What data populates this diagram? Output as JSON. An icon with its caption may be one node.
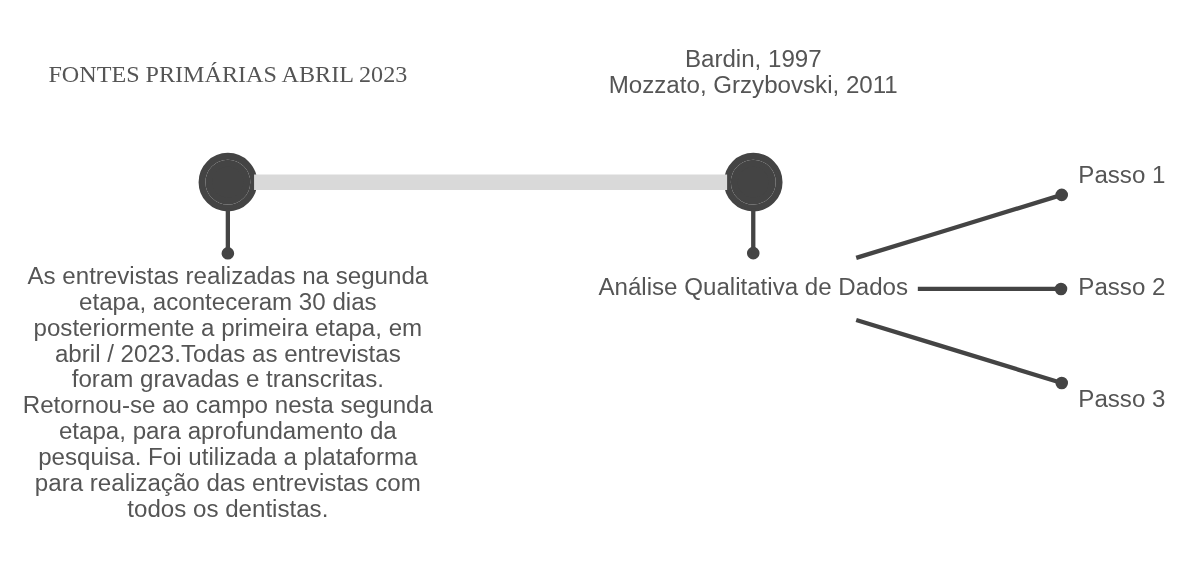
{
  "diagram": {
    "nodes": [
      {
        "text": [],
        "shape": "circle",
        "beside": [
          "FONTES PRIMÁRIAS ABRIL 2023"
        ]
      },
      {
        "text": [
          "As entrevistas realizadas na segunda etapa, aconteceram 30 dias posteriormente a primeira etapa, em abril / 2023.Todas as entrevistas foram gravadas e transcritas. Retornou-se ao campo nesta segunda etapa, para aprofundamento da pesquisa. Foi utilizada a plataforma para realização das entrevistas com todos os dentistas."
        ]
      },
      {
        "text": [],
        "shape": "circle",
        "beside": [
          "Bardin, 1997",
          "Mozzato, Grzybovski, 2011"
        ]
      },
      {
        "text": [
          "Análise Qualitativa de Dados"
        ]
      },
      {
        "text": [
          "Passo 1"
        ]
      },
      {
        "text": [
          "Passo 2"
        ]
      },
      {
        "text": [
          "Passo 3"
        ]
      }
    ],
    "edges": [
      {
        "from": 0,
        "to": 2,
        "arrow": "none",
        "style": "thick",
        "color": "#d9d9d9"
      },
      {
        "from": 0,
        "to": 1,
        "arrow": "other"
      },
      {
        "from": 2,
        "to": 3,
        "arrow": "other"
      },
      {
        "from": 3,
        "to": 4,
        "arrow": "other"
      },
      {
        "from": 3,
        "to": 5,
        "arrow": "other"
      },
      {
        "from": 3,
        "to": 6,
        "arrow": "other"
      }
    ]
  }
}
